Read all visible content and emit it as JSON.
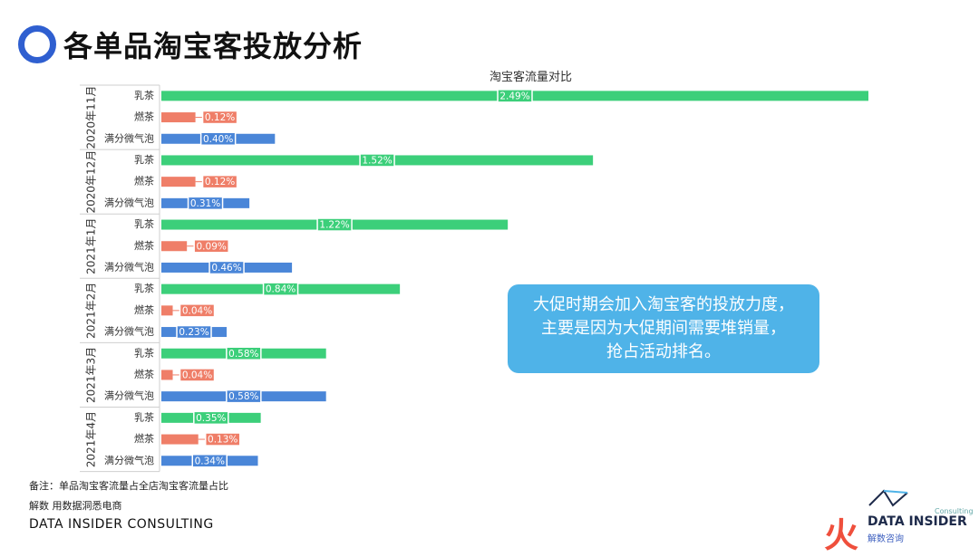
{
  "page_title": "各单品淘宝客投放分析",
  "chart_data": {
    "type": "bar",
    "orientation": "horizontal",
    "title": "淘宝客流量对比",
    "groups": [
      {
        "period": "2020年11月",
        "items": [
          {
            "category": "乳茶",
            "value": 2.49,
            "label": "2.49%"
          },
          {
            "category": "燃茶",
            "value": 0.12,
            "label": "0.12%"
          },
          {
            "category": "满分微气泡",
            "value": 0.4,
            "label": "0.40%"
          }
        ]
      },
      {
        "period": "2020年12月",
        "items": [
          {
            "category": "乳茶",
            "value": 1.52,
            "label": "1.52%"
          },
          {
            "category": "燃茶",
            "value": 0.12,
            "label": "0.12%"
          },
          {
            "category": "满分微气泡",
            "value": 0.31,
            "label": "0.31%"
          }
        ]
      },
      {
        "period": "2021年1月",
        "items": [
          {
            "category": "乳茶",
            "value": 1.22,
            "label": "1.22%"
          },
          {
            "category": "燃茶",
            "value": 0.09,
            "label": "0.09%"
          },
          {
            "category": "满分微气泡",
            "value": 0.46,
            "label": "0.46%"
          }
        ]
      },
      {
        "period": "2021年2月",
        "items": [
          {
            "category": "乳茶",
            "value": 0.84,
            "label": "0.84%"
          },
          {
            "category": "燃茶",
            "value": 0.04,
            "label": "0.04%"
          },
          {
            "category": "满分微气泡",
            "value": 0.23,
            "label": "0.23%"
          }
        ]
      },
      {
        "period": "2021年3月",
        "items": [
          {
            "category": "乳茶",
            "value": 0.58,
            "label": "0.58%"
          },
          {
            "category": "燃茶",
            "value": 0.04,
            "label": "0.04%"
          },
          {
            "category": "满分微气泡",
            "value": 0.58,
            "label": "0.58%"
          }
        ]
      },
      {
        "period": "2021年4月",
        "items": [
          {
            "category": "乳茶",
            "value": 0.35,
            "label": "0.35%"
          },
          {
            "category": "燃茶",
            "value": 0.13,
            "label": "0.13%"
          },
          {
            "category": "满分微气泡",
            "value": 0.34,
            "label": "0.34%"
          }
        ]
      }
    ],
    "colors": {
      "乳茶": "#3ccf7a",
      "燃茶": "#ef7e68",
      "满分微气泡": "#4a86d8"
    },
    "xlim": [
      0,
      2.5
    ],
    "grid": false,
    "legend": "none"
  },
  "callout": {
    "lines": [
      "大促时期会加入淘宝客的投放力度，",
      "主要是因为大促期间需要堆销量，",
      "抢占活动排名。"
    ]
  },
  "notes": {
    "remark": "备注：单品淘宝客流量占全店淘宝客流量占比",
    "source": "解数 用数据洞悉电商"
  },
  "footer": {
    "consulting": "DATA INSIDER CONSULTING",
    "logo_text": "DATA INSIDER",
    "logo_sub": "Consulting",
    "logo_cn": "解数咨询",
    "logo_char": "火"
  }
}
